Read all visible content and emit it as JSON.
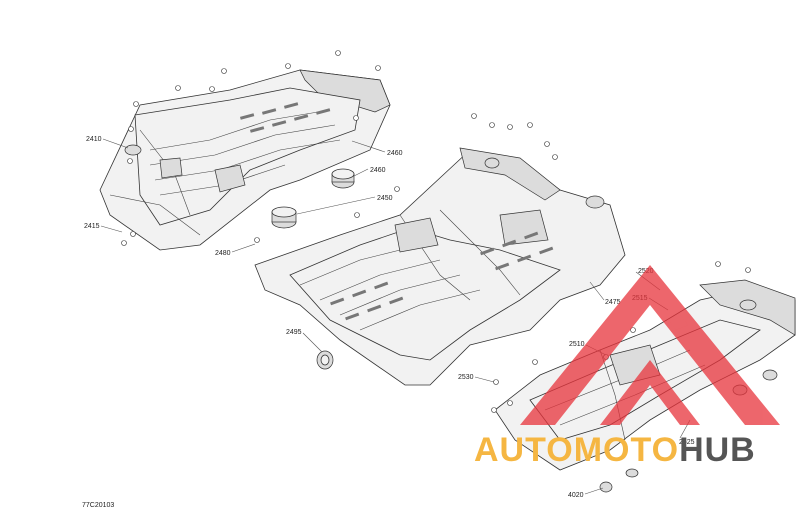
{
  "figure_code": "77C20103",
  "callouts": [
    {
      "id": "2410",
      "text": "2410"
    },
    {
      "id": "2415",
      "text": "2415"
    },
    {
      "id": "2460a",
      "text": "2460"
    },
    {
      "id": "2460b",
      "text": "2460"
    },
    {
      "id": "2450",
      "text": "2450"
    },
    {
      "id": "2480",
      "text": "2480"
    },
    {
      "id": "2495",
      "text": "2495"
    },
    {
      "id": "2475",
      "text": "2475"
    },
    {
      "id": "2520",
      "text": "2520"
    },
    {
      "id": "2515",
      "text": "2515"
    },
    {
      "id": "2510",
      "text": "2510"
    },
    {
      "id": "2530",
      "text": "2530"
    },
    {
      "id": "2525",
      "text": "2525"
    },
    {
      "id": "4020",
      "text": "4020"
    }
  ],
  "watermark": {
    "brand_part1": "AUTOMOTO",
    "brand_part2": "HUB",
    "color_part1": "#f5b642",
    "color_part2": "#555555",
    "logo_color": "#e8343c"
  }
}
